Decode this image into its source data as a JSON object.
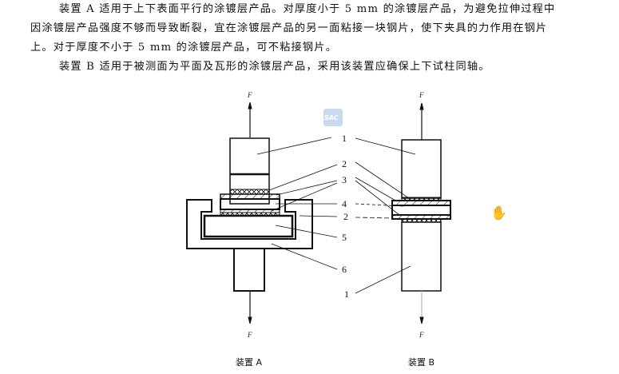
{
  "document": {
    "paragraphs": [
      "装置 A 适用于上下表面平行的涂镀层产品。对厚度小于 5 mm 的涂镀层产品，为避免拉伸过程中",
      "因涂镀层产品强度不够而导致断裂，宜在涂镀层产品的另一面粘接一块钢片，使下夹具的力作用在钢片",
      "上。对于厚度不小于 5 mm 的涂镀层产品，可不粘接钢片。",
      "装置 B 适用于被测面为平面及瓦形的涂镀层产品，采用该装置应确保上下试柱同轴。"
    ]
  },
  "figure": {
    "watermark": "SAC",
    "force_label": "F",
    "callouts": {
      "c1": "1",
      "c2": "2",
      "c3": "3",
      "c4": "4",
      "c2b": "2",
      "c5": "5",
      "c6": "6",
      "c1b": "1"
    },
    "captions": {
      "device_a": "装置 A",
      "device_b": "装置 B"
    },
    "colors": {
      "line": "#111111",
      "watermark_bg": "#c9d9ee"
    }
  },
  "cursor": {
    "icon": "hand-grab-icon",
    "glyph": "✋"
  }
}
